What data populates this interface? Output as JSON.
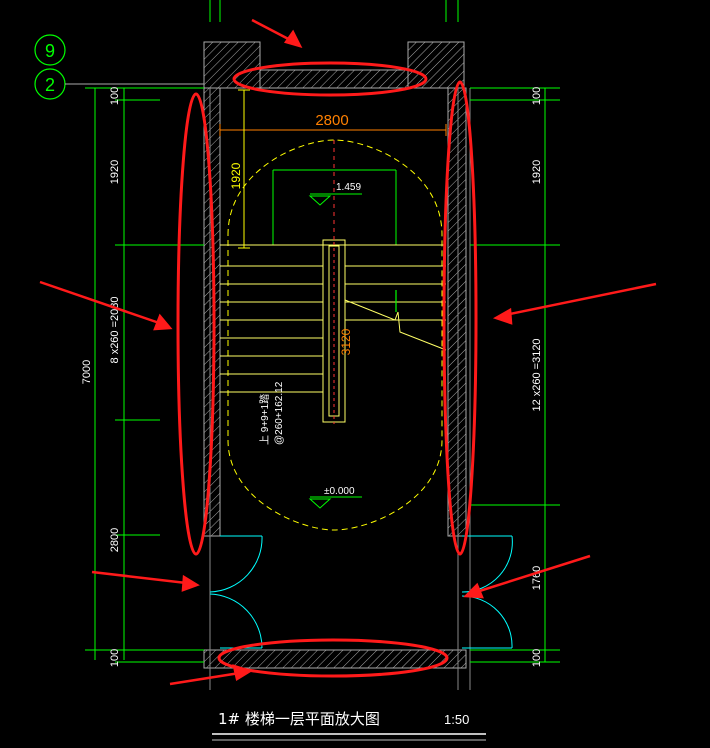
{
  "colors": {
    "background": "#000000",
    "wall": "#7f7f7f",
    "dimension_line": "#00ff00",
    "annotation_red": "#ff2020",
    "dim_orange": "#ff8000",
    "hatch": "#aaaaaa",
    "door": "#00ffff",
    "stair_lines": "#ffff00",
    "yellow_dashed": "#ffff00"
  },
  "axis_labels": {
    "top": "9",
    "bottom": "2"
  },
  "left_dims": {
    "total": "7000",
    "seg1": "100",
    "seg2": "1920",
    "seg3": "8 x260 =2080",
    "seg4": "2800",
    "seg5": "100"
  },
  "right_dims": {
    "seg1": "100",
    "seg2": "1920",
    "seg3": "12 x260 =3120",
    "seg4": "1760",
    "seg5": "100"
  },
  "inner_dims": {
    "width": "2800",
    "landing_depth": "1920",
    "flight_length": "3120"
  },
  "levels": {
    "landing": "1.459",
    "floor": "±0.000"
  },
  "stair_note": {
    "line1": "上 9+9+1踏",
    "line2": "@260+162.12"
  },
  "title": {
    "main": "1# 楼梯一层平面放大图",
    "scale": "1:50"
  }
}
